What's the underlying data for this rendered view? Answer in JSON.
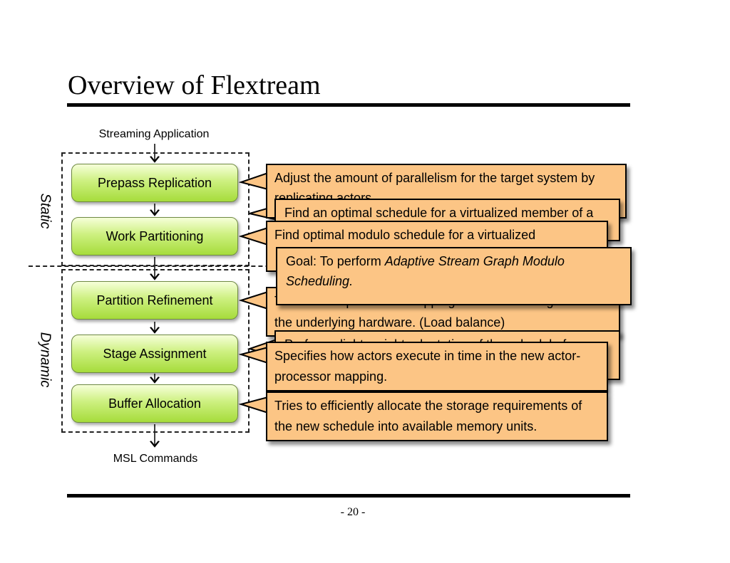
{
  "slide": {
    "title": "Overview of Flextream",
    "page_number": "- 20 -"
  },
  "diagram": {
    "input_label": "Streaming Application",
    "output_label": "MSL Commands",
    "static_label": "Static",
    "dynamic_label": "Dynamic",
    "stages": [
      "Prepass Replication",
      "Work Partitioning",
      "Partition Refinement",
      "Stage Assignment",
      "Buffer Allocation"
    ],
    "callouts": {
      "prepass": "Adjust the amount of parallelism for the target system by replicating actors.",
      "work_hidden": "Find an optimal schedule for a virtualized member of a",
      "work_main": "Find optimal modulo schedule for a virtualized",
      "goal_prefix": "Goal: To perform ",
      "goal_emphasis": "Adaptive Stream Graph Modulo Scheduling.",
      "refinement": "Tunes actor-processor mapping to the real configuration of the underlying hardware. (Load balance)",
      "stage_hidden": "Performs light-weight adaptation of the schedule for",
      "stage_main": "Specifies how actors execute in time in the new actor-processor mapping.",
      "buffer": "Tries to efficiently allocate the storage requirements of the new schedule into available memory units."
    }
  }
}
